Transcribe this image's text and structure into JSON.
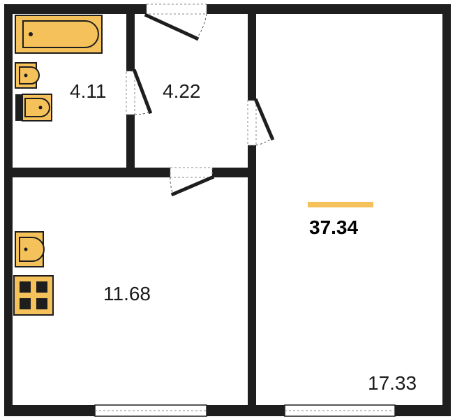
{
  "floorplan": {
    "total_area": "37.34",
    "rooms": {
      "bathroom": {
        "area": "4.11"
      },
      "hallway": {
        "area": "4.22"
      },
      "kitchen": {
        "area": "11.68"
      },
      "living_room": {
        "area": "17.33"
      }
    },
    "colors": {
      "wall": "#1e1e1e",
      "fixture_fill": "#f5c15a",
      "accent_bar": "#f5c15a",
      "background": "#ffffff"
    }
  }
}
